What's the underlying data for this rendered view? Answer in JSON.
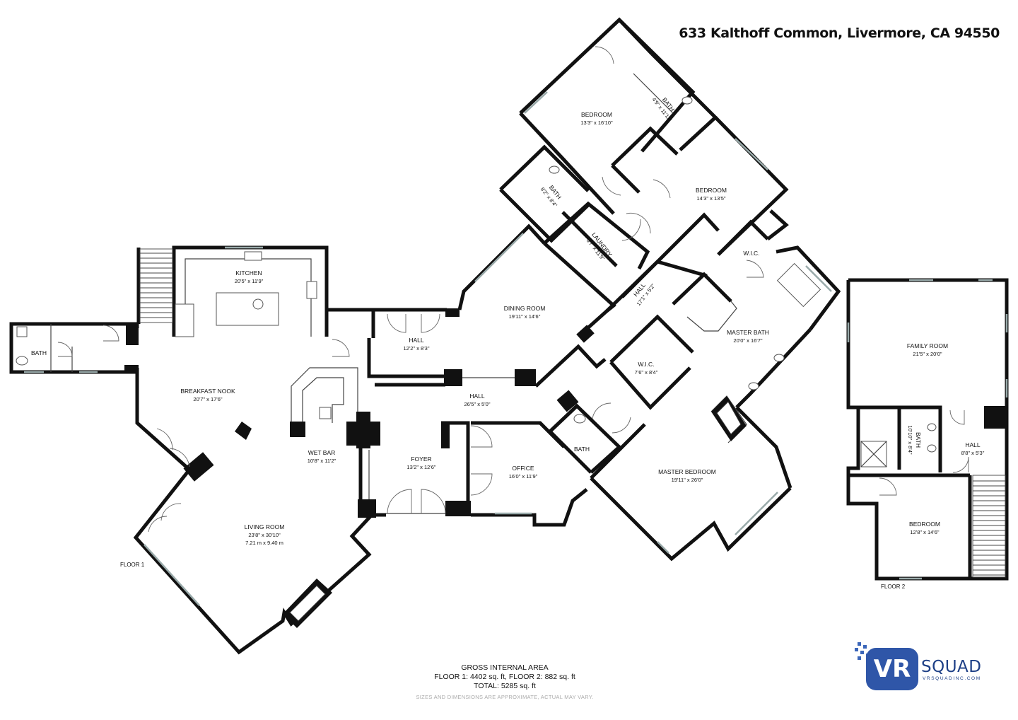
{
  "address": "633 Kalthoff Common, Livermore, CA 94550",
  "floors": [
    {
      "label": "FLOOR 1"
    },
    {
      "label": "FLOOR 2"
    }
  ],
  "rooms": [
    {
      "id": "bath-f1-left",
      "name": "BATH",
      "dims": ""
    },
    {
      "id": "kitchen",
      "name": "KITCHEN",
      "dims": "20'5\" x 11'9\""
    },
    {
      "id": "breakfast-nook",
      "name": "BREAKFAST NOOK",
      "dims": "20'7\" x 17'6\""
    },
    {
      "id": "hall-1",
      "name": "HALL",
      "dims": "12'2\" x 8'3\""
    },
    {
      "id": "dining-room",
      "name": "DINING ROOM",
      "dims": "19'11\" x 14'6\""
    },
    {
      "id": "hall-2",
      "name": "HALL",
      "dims": "26'5\" x 5'0\""
    },
    {
      "id": "wet-bar",
      "name": "WET BAR",
      "dims": "10'8\" x 11'2\""
    },
    {
      "id": "foyer",
      "name": "FOYER",
      "dims": "13'2\" x 12'6\""
    },
    {
      "id": "office",
      "name": "OFFICE",
      "dims": "16'0\" x 11'9\""
    },
    {
      "id": "living-room",
      "name": "LIVING ROOM",
      "dims": "23'8\" x 30'10\"",
      "metric": "7.21 m x 9.40 m"
    },
    {
      "id": "bath-office",
      "name": "BATH",
      "dims": ""
    },
    {
      "id": "bedroom-1",
      "name": "BEDROOM",
      "dims": "13'3\" x 16'10\""
    },
    {
      "id": "bath-upper",
      "name": "BATH",
      "dims": "4'9\" x 11'11\""
    },
    {
      "id": "bath-mid",
      "name": "BATH",
      "dims": "8'2\" x 8'4\""
    },
    {
      "id": "bedroom-2",
      "name": "BEDROOM",
      "dims": "14'3\" x 13'5\""
    },
    {
      "id": "laundry",
      "name": "LAUNDRY",
      "dims": "6'7\" x 11'9\""
    },
    {
      "id": "hall-3",
      "name": "HALL",
      "dims": "17'1\" x 5'2\""
    },
    {
      "id": "wic-1",
      "name": "W.I.C.",
      "dims": ""
    },
    {
      "id": "master-bath",
      "name": "MASTER BATH",
      "dims": "20'0\" x 16'7\""
    },
    {
      "id": "wic-2",
      "name": "W.I.C.",
      "dims": "7'6\" x 8'4\""
    },
    {
      "id": "master-bedroom",
      "name": "MASTER BEDROOM",
      "dims": "19'11\" x 26'0\""
    },
    {
      "id": "family-room",
      "name": "FAMILY ROOM",
      "dims": "21'5\" x 20'0\""
    },
    {
      "id": "bath-f2",
      "name": "BATH",
      "dims": "10'10\" x 8'4\""
    },
    {
      "id": "hall-f2",
      "name": "HALL",
      "dims": "8'8\" x 5'3\""
    },
    {
      "id": "bedroom-f2",
      "name": "BEDROOM",
      "dims": "12'8\" x 14'6\""
    }
  ],
  "area": {
    "title": "GROSS INTERNAL AREA",
    "line1": "FLOOR 1: 4402 sq. ft, FLOOR 2: 882 sq. ft",
    "line2": "TOTAL: 5285 sq. ft",
    "disclaimer": "SIZES AND DIMENSIONS ARE APPROXIMATE, ACTUAL MAY VARY."
  },
  "logo": {
    "badge": "VR",
    "word": "SQUAD",
    "site": "VRSQUADINC.COM",
    "color": "#2f56a8"
  }
}
